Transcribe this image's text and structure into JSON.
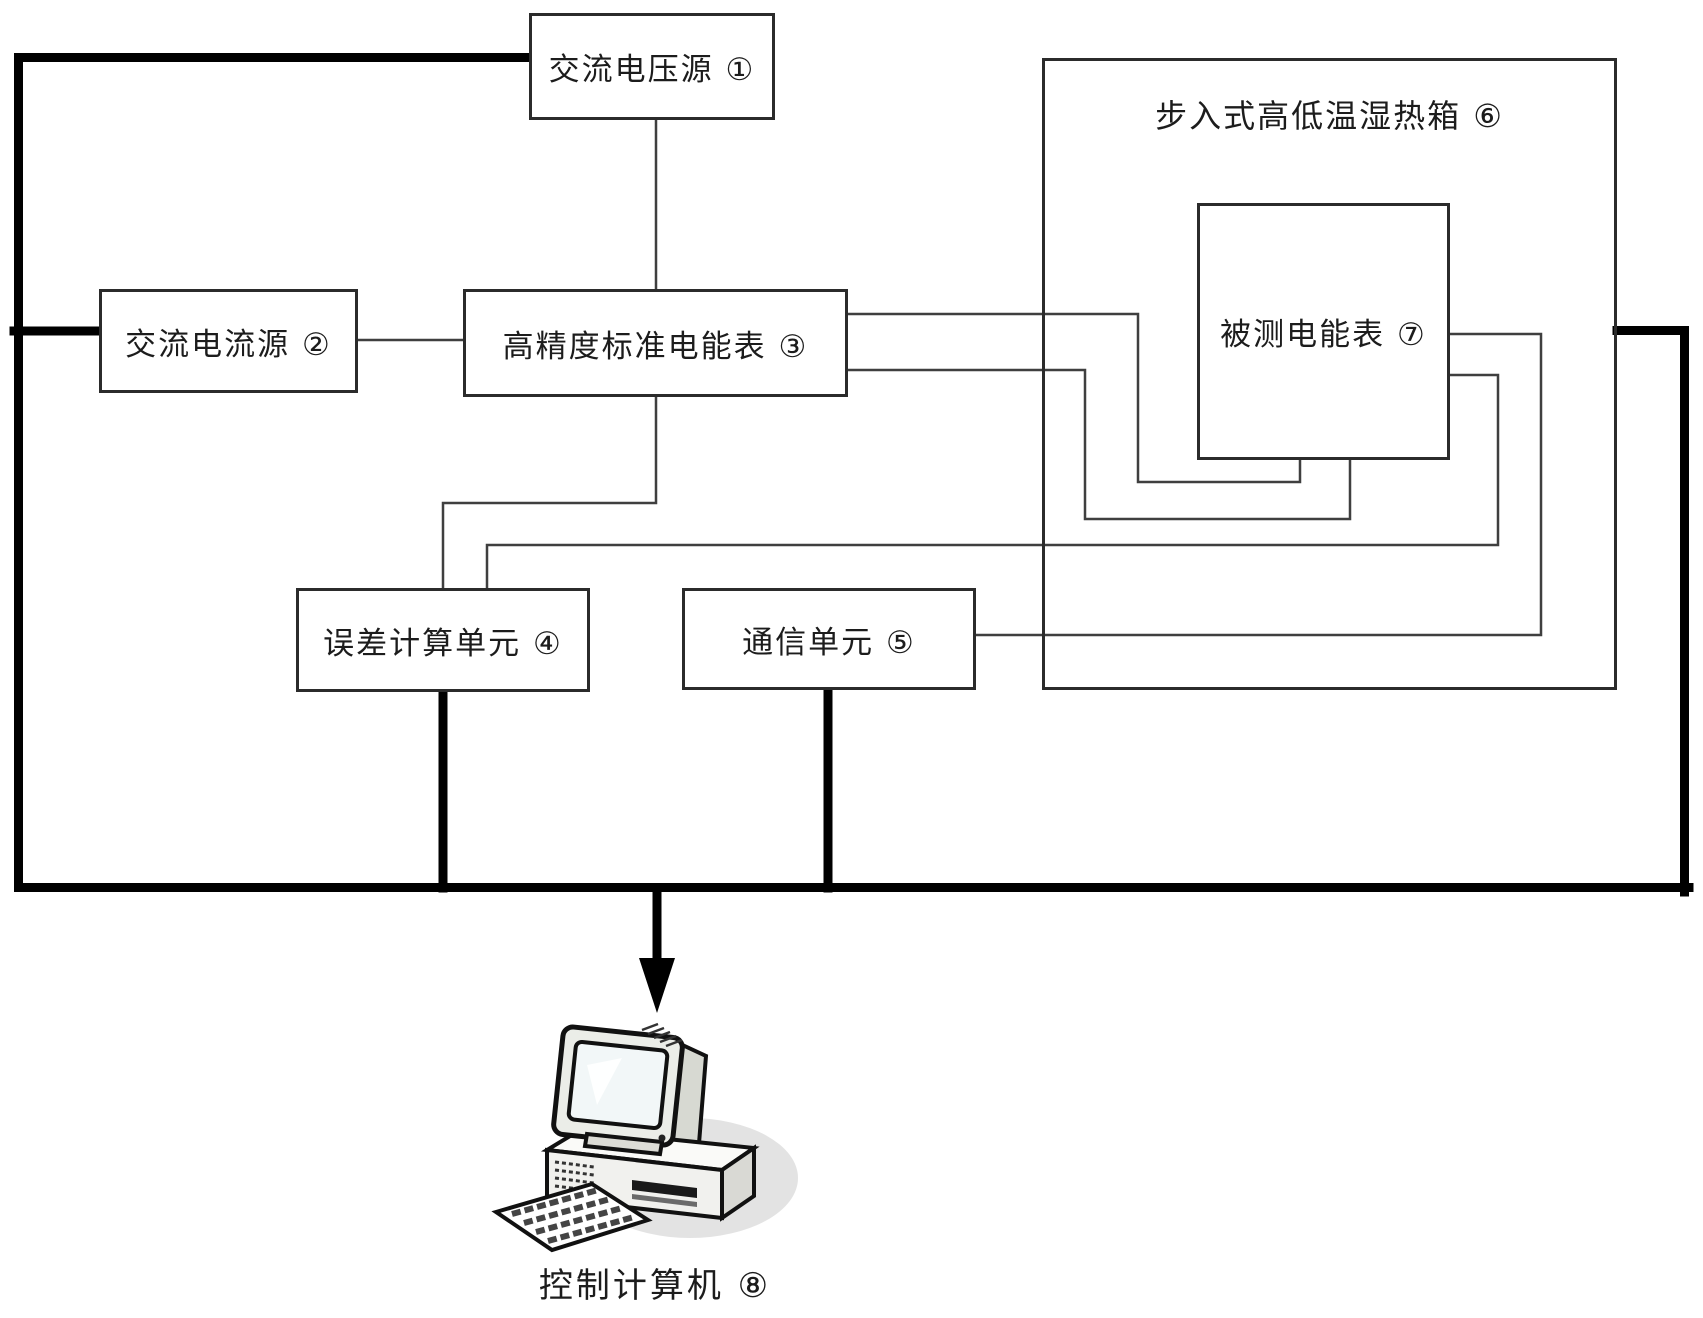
{
  "diagram": {
    "background": "#ffffff",
    "colors": {
      "thick_line": "#000000",
      "thin_line": "#3f3f3f",
      "box_border": "#2b2b2b",
      "text": "#1c1c1c"
    },
    "blocks": {
      "ac_voltage_source": {
        "label": "交流电压源 ①"
      },
      "ac_current_source": {
        "label": "交流电流源 ②"
      },
      "standard_meter": {
        "label": "高精度标准电能表 ③"
      },
      "error_calc_unit": {
        "label": "误差计算单元 ④"
      },
      "comm_unit": {
        "label": "通信单元 ⑤"
      },
      "climate_chamber": {
        "label": "步入式高低温湿热箱 ⑥"
      },
      "meter_under_test": {
        "label": "被测电能表 ⑦"
      },
      "control_computer": {
        "label": "控制计算机 ⑧"
      }
    }
  }
}
